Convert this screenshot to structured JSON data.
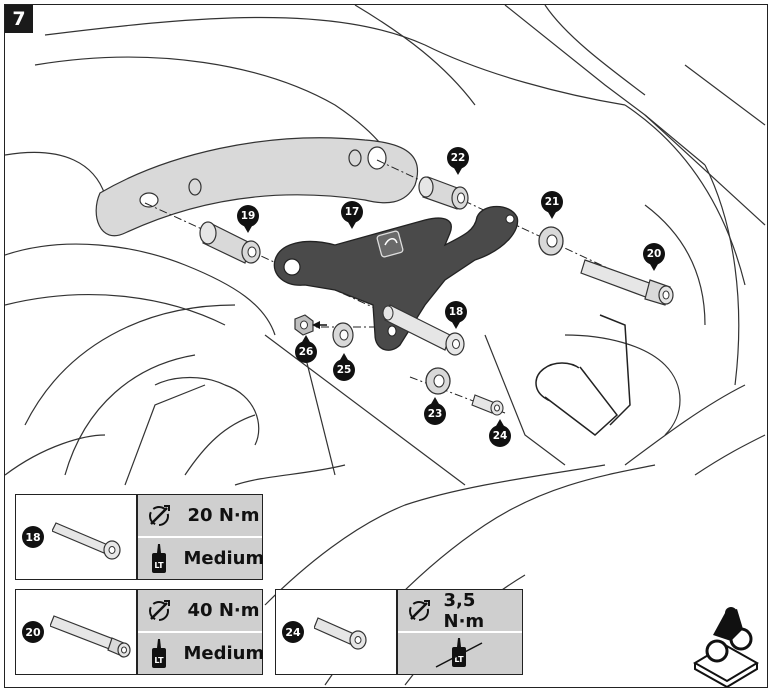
{
  "step": "7",
  "callouts": {
    "c17": "17",
    "c18": "18",
    "c19": "19",
    "c20": "20",
    "c21": "21",
    "c22": "22",
    "c23": "23",
    "c24": "24",
    "c25": "25",
    "c26": "26"
  },
  "specs": [
    {
      "part": "18",
      "torque": "20 N·m",
      "threadlock": "Medium"
    },
    {
      "part": "20",
      "torque": "40 N·m",
      "threadlock": "Medium"
    },
    {
      "part": "24",
      "torque": "3,5 N·m",
      "threadlock": ""
    }
  ],
  "icons": {
    "torque": "torque-wrench-icon",
    "threadlock": "threadlocker-bottle-icon",
    "no_threadlock": "no-threadlocker-icon",
    "motorcycle": "motorcycle-side-icon"
  },
  "colors": {
    "bracket": "#4a4a4a",
    "rail": "#d9d9d9",
    "spec_bg": "#cfcfcf",
    "line": "#222222"
  }
}
